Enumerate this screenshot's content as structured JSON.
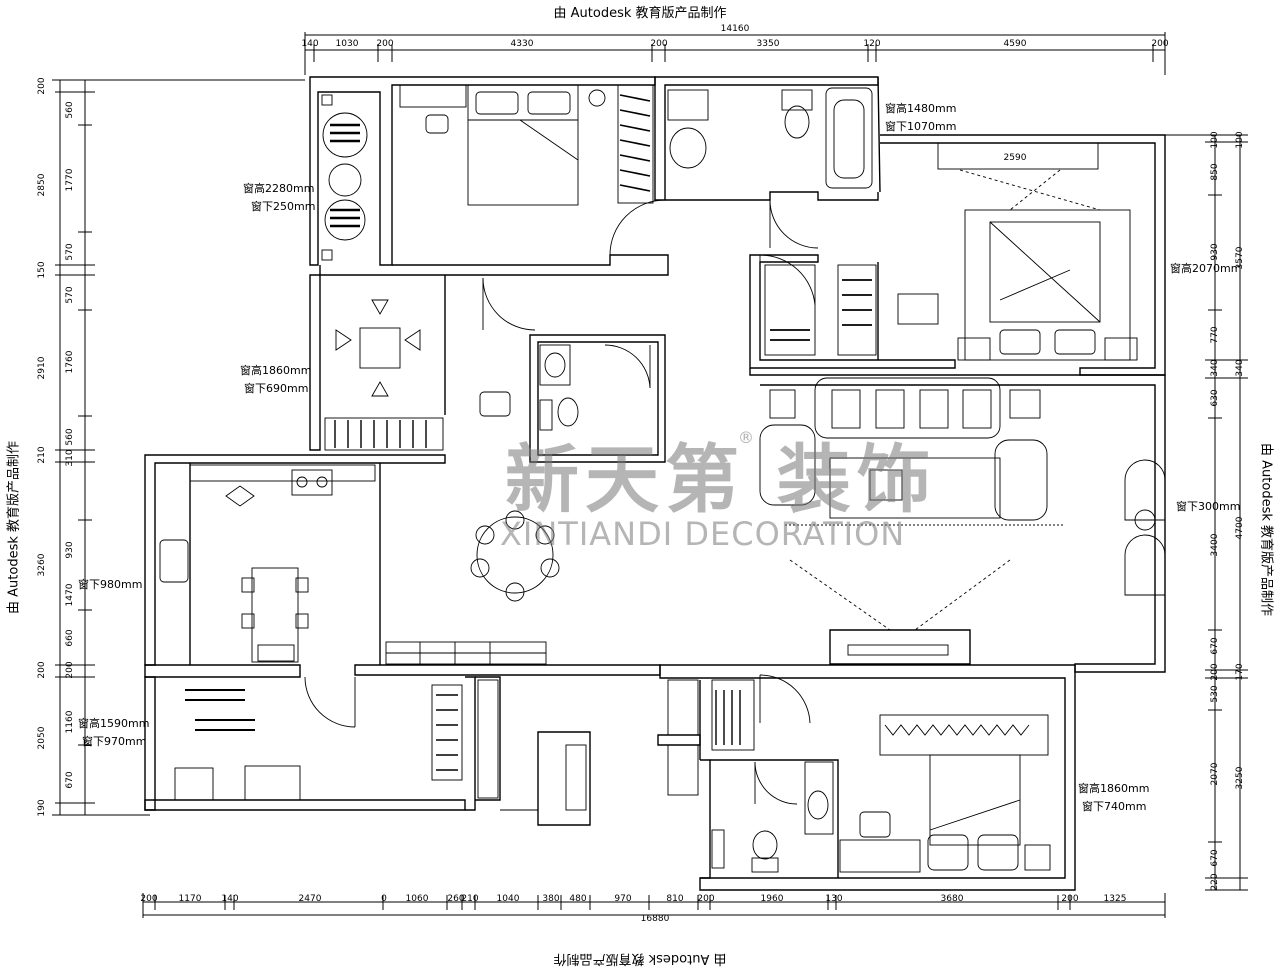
{
  "watermark": {
    "top": "由 Autodesk 教育版产品制作",
    "bottom": "由 Autodesk 教育版产品制作",
    "left": "由 Autodesk 教育版产品制作",
    "right": "由 Autodesk 教育版产品制作"
  },
  "logo": {
    "chinese": "新天第 装饰",
    "english": "XINTIANDI DECORATION",
    "mark": "®"
  },
  "dimensions": {
    "top_total": "14160",
    "top": [
      "140",
      "1030",
      "200",
      "4330",
      "200",
      "3350",
      "120",
      "4590",
      "200"
    ],
    "bottom_total": "16880",
    "bottom": [
      "200",
      "1170",
      "140",
      "2470",
      "0",
      "1060",
      "260",
      "210",
      "1040",
      "380",
      "480",
      "970",
      "810",
      "200",
      "1960",
      "130",
      "3680",
      "200",
      "1325"
    ],
    "left_outer": [
      "200",
      "2850",
      "150",
      "2910",
      "210",
      "3260",
      "200",
      "2050",
      "190"
    ],
    "left_inner": [
      "560",
      "1770",
      "570",
      "570",
      "1760",
      "560",
      "310",
      "930",
      "1470",
      "660",
      "200",
      "1160",
      "670"
    ],
    "right_inner": [
      "100",
      "850",
      "930",
      "770",
      "340",
      "630",
      "3400",
      "670",
      "200",
      "530",
      "2070",
      "670",
      "220"
    ],
    "right_outer": [
      "100",
      "3570",
      "340",
      "4700",
      "170",
      "3250"
    ],
    "bed_width": "2590"
  },
  "windows": {
    "w1_height": "窗高2280mm",
    "w1_sill": "窗下250mm",
    "w2_height": "窗高1480mm",
    "w2_sill": "窗下1070mm",
    "w3_height": "窗高2070mm",
    "w4_height": "窗高1860mm",
    "w4_sill": "窗下690mm",
    "w5_sill": "窗下300mm",
    "w6_sill": "窗下980mm",
    "w7_height": "窗高1590mm",
    "w7_sill": "窗下970mm",
    "w8_height": "窗高1860mm",
    "w8_sill": "窗下740mm"
  }
}
